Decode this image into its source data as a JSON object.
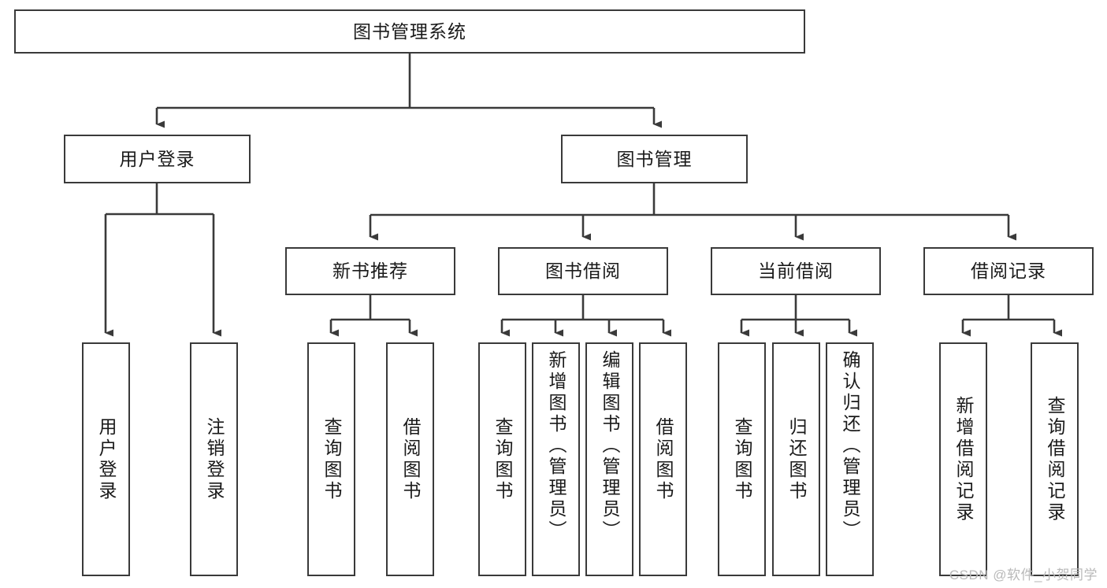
{
  "diagram": {
    "type": "hierarchy-tree",
    "title_node": {
      "label": "图书管理系统",
      "level": 1
    },
    "level2": [
      {
        "id": "user-login",
        "label": "用户登录"
      },
      {
        "id": "book-manage",
        "label": "图书管理"
      }
    ],
    "level3": [
      {
        "id": "new-book-recommend",
        "label": "新书推荐",
        "parent": "book-manage"
      },
      {
        "id": "book-borrow",
        "label": "图书借阅",
        "parent": "book-manage"
      },
      {
        "id": "current-borrow",
        "label": "当前借阅",
        "parent": "book-manage"
      },
      {
        "id": "borrow-record",
        "label": "借阅记录",
        "parent": "book-manage"
      }
    ],
    "leaves": [
      {
        "id": "leaf-user-login",
        "label": "用户登录",
        "parent": "user-login"
      },
      {
        "id": "leaf-logout",
        "label": "注销登录",
        "parent": "user-login"
      },
      {
        "id": "leaf-query-book-1",
        "label": "查询图书",
        "parent": "new-book-recommend"
      },
      {
        "id": "leaf-borrow-book-1",
        "label": "借阅图书",
        "parent": "new-book-recommend"
      },
      {
        "id": "leaf-query-book-2",
        "label": "查询图书",
        "parent": "book-borrow"
      },
      {
        "id": "leaf-add-book",
        "label": "新增图书（管理员）",
        "parent": "book-borrow"
      },
      {
        "id": "leaf-edit-book",
        "label": "编辑图书（管理员）",
        "parent": "book-borrow"
      },
      {
        "id": "leaf-borrow-book-2",
        "label": "借阅图书",
        "parent": "book-borrow"
      },
      {
        "id": "leaf-query-book-3",
        "label": "查询图书",
        "parent": "current-borrow"
      },
      {
        "id": "leaf-return-book",
        "label": "归还图书",
        "parent": "current-borrow"
      },
      {
        "id": "leaf-confirm-return",
        "label": "确认归还（管理员）",
        "parent": "current-borrow"
      },
      {
        "id": "leaf-add-record",
        "label": "新增借阅记录",
        "parent": "borrow-record"
      },
      {
        "id": "leaf-query-record",
        "label": "查询借阅记录",
        "parent": "borrow-record"
      }
    ],
    "colors": {
      "box_border": "#3a3a3a",
      "box_fill": "#ffffff",
      "connector": "#3a3a3a",
      "text": "#1a1a1a",
      "watermark": "#b9b9b9"
    }
  },
  "watermark": {
    "text": "CSDN @软件_小贺同学"
  }
}
